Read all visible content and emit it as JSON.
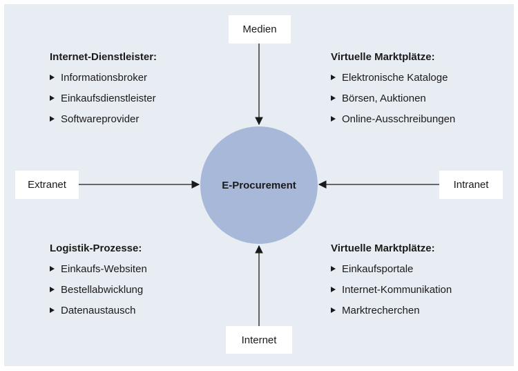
{
  "nodes": {
    "top": "Medien",
    "left": "Extranet",
    "right": "Intranet",
    "bottom": "Internet",
    "center": "E-Procurement"
  },
  "groups": {
    "top_left": {
      "heading": "Internet-Dienstleister:",
      "items": [
        "Informationsbroker",
        "Einkaufsdienstleister",
        "Softwareprovider"
      ]
    },
    "top_right": {
      "heading": "Virtuelle Marktplätze:",
      "items": [
        "Elektronische Kataloge",
        "Börsen, Auktionen",
        "Online-Ausschreibungen"
      ]
    },
    "bottom_left": {
      "heading": "Logistik-Prozesse:",
      "items": [
        "Einkaufs-Websiten",
        "Bestellabwicklung",
        "Datenaustausch"
      ]
    },
    "bottom_right": {
      "heading": "Virtuelle Marktplätze:",
      "items": [
        "Einkaufsportale",
        "Internet-Kommunikation",
        "Marktrecherchen"
      ]
    }
  },
  "colors": {
    "background": "#e8edf3",
    "hub": "#a8b8d8",
    "box": "#ffffff",
    "line": "#1a1a1a"
  }
}
